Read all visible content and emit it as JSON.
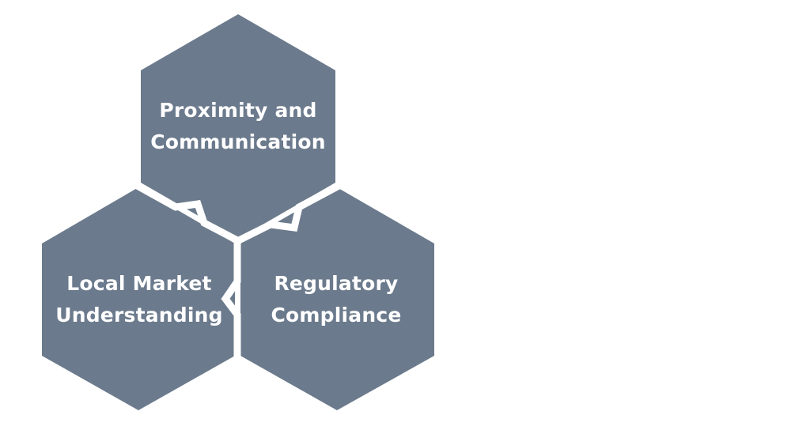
{
  "diagram": {
    "fill_color": "#6B7A8C",
    "gap_color": "#ffffff",
    "text_color": "#ffffff",
    "nodes": [
      {
        "id": "top",
        "line1": "Proximity and",
        "line2": "Communication"
      },
      {
        "id": "bottom-left",
        "line1": "Local Market",
        "line2": "Understanding"
      },
      {
        "id": "bottom-right",
        "line1": "Regulatory",
        "line2": "Compliance"
      }
    ]
  }
}
